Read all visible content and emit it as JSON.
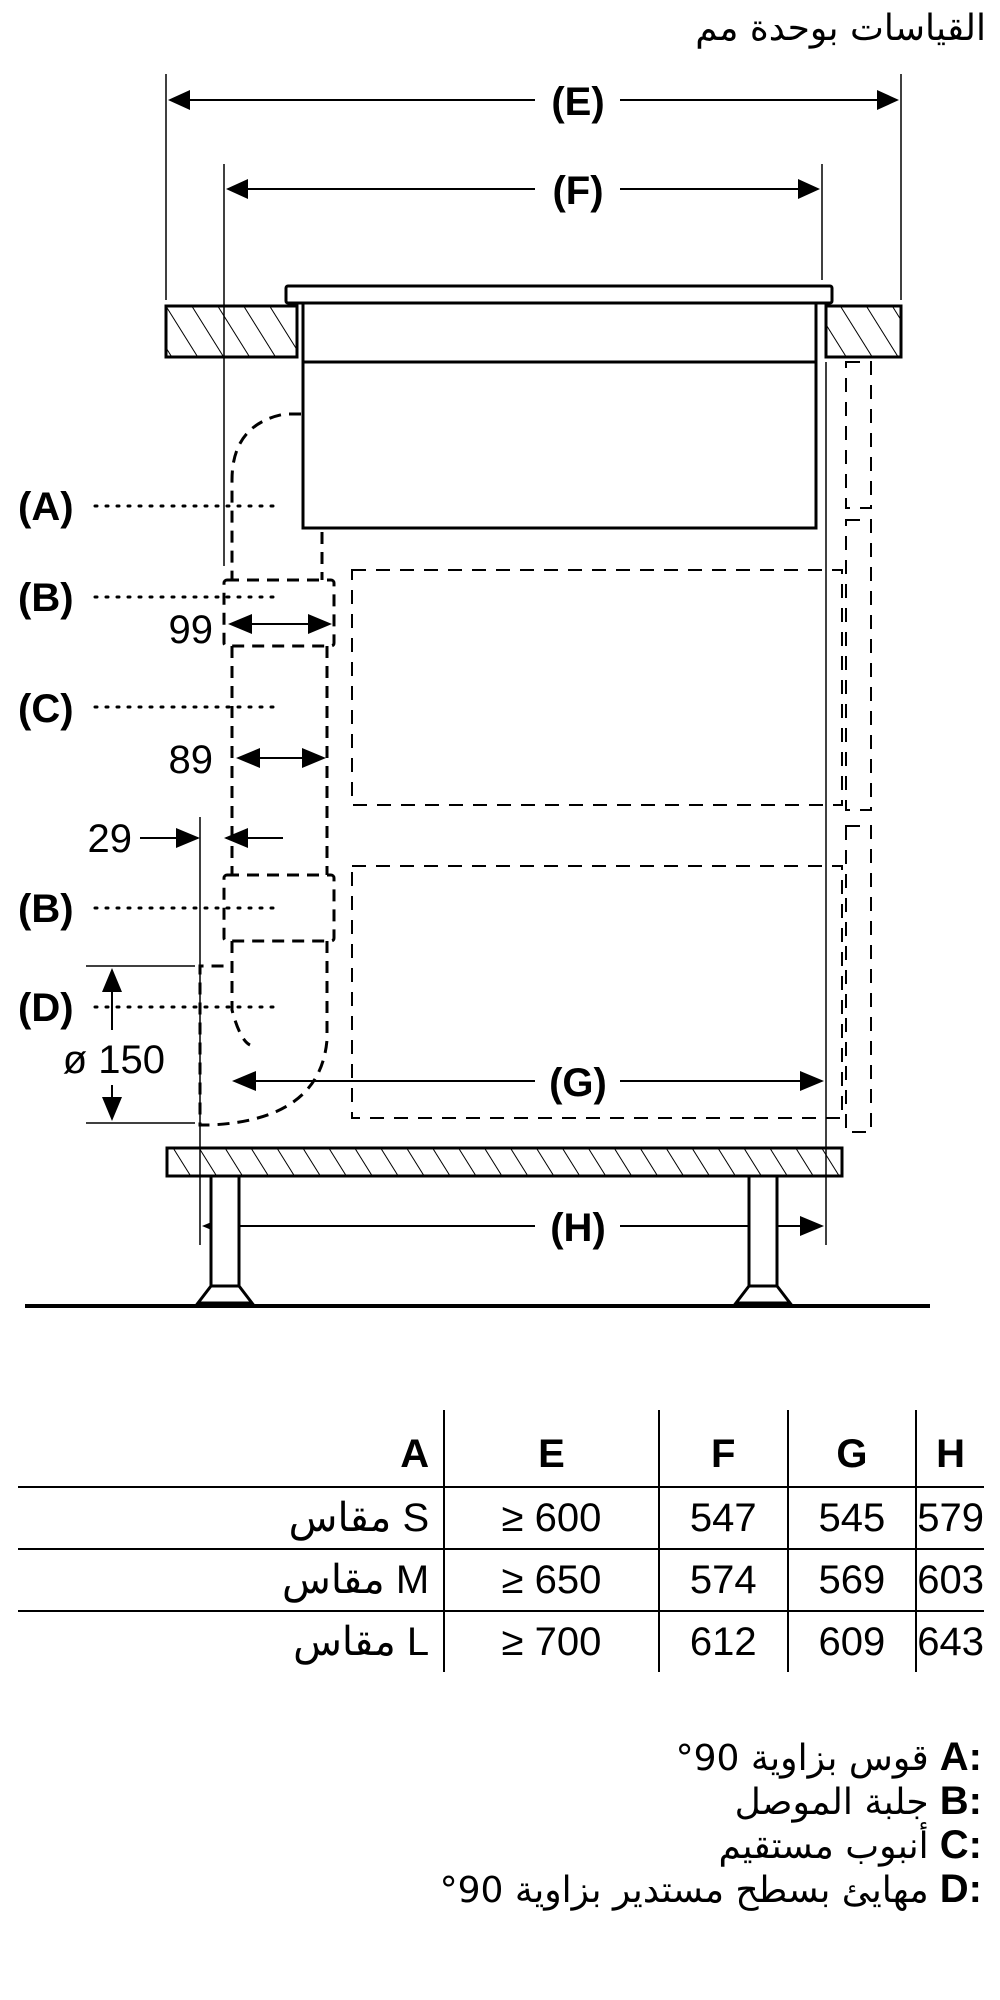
{
  "title": "القياسات بوحدة مم",
  "diagram": {
    "dimension_labels": {
      "E": "(E)",
      "F": "(F)",
      "G": "(G)",
      "H": "(H)"
    },
    "component_labels": [
      {
        "key": "A",
        "text": "(A)"
      },
      {
        "key": "B",
        "text": "(B)"
      },
      {
        "key": "C",
        "text": "(C)"
      },
      {
        "key": "B2",
        "text": "(B)"
      },
      {
        "key": "D",
        "text": "(D)"
      }
    ],
    "measurements": {
      "connector_width": "99",
      "pipe_width": "89",
      "offset": "29",
      "diameter": "ø 150"
    }
  },
  "table": {
    "headers": [
      "A",
      "E",
      "F",
      "G",
      "H"
    ],
    "rows": [
      {
        "size": "مقاس S",
        "E": "≥ 600",
        "F": "547",
        "G": "545",
        "H": "579"
      },
      {
        "size": "مقاس M",
        "E": "≥ 650",
        "F": "574",
        "G": "569",
        "H": "603"
      },
      {
        "size": "مقاس L",
        "E": "≥ 700",
        "F": "612",
        "G": "609",
        "H": "643"
      }
    ]
  },
  "legend": [
    {
      "key": "A:",
      "text": "قوس بزاوية 90°"
    },
    {
      "key": "B:",
      "text": "جلبة الموصل"
    },
    {
      "key": "C:",
      "text": "أنبوب مستقيم"
    },
    {
      "key": "D:",
      "text": "مهايئ بسطح مستدير بزاوية 90°"
    }
  ]
}
